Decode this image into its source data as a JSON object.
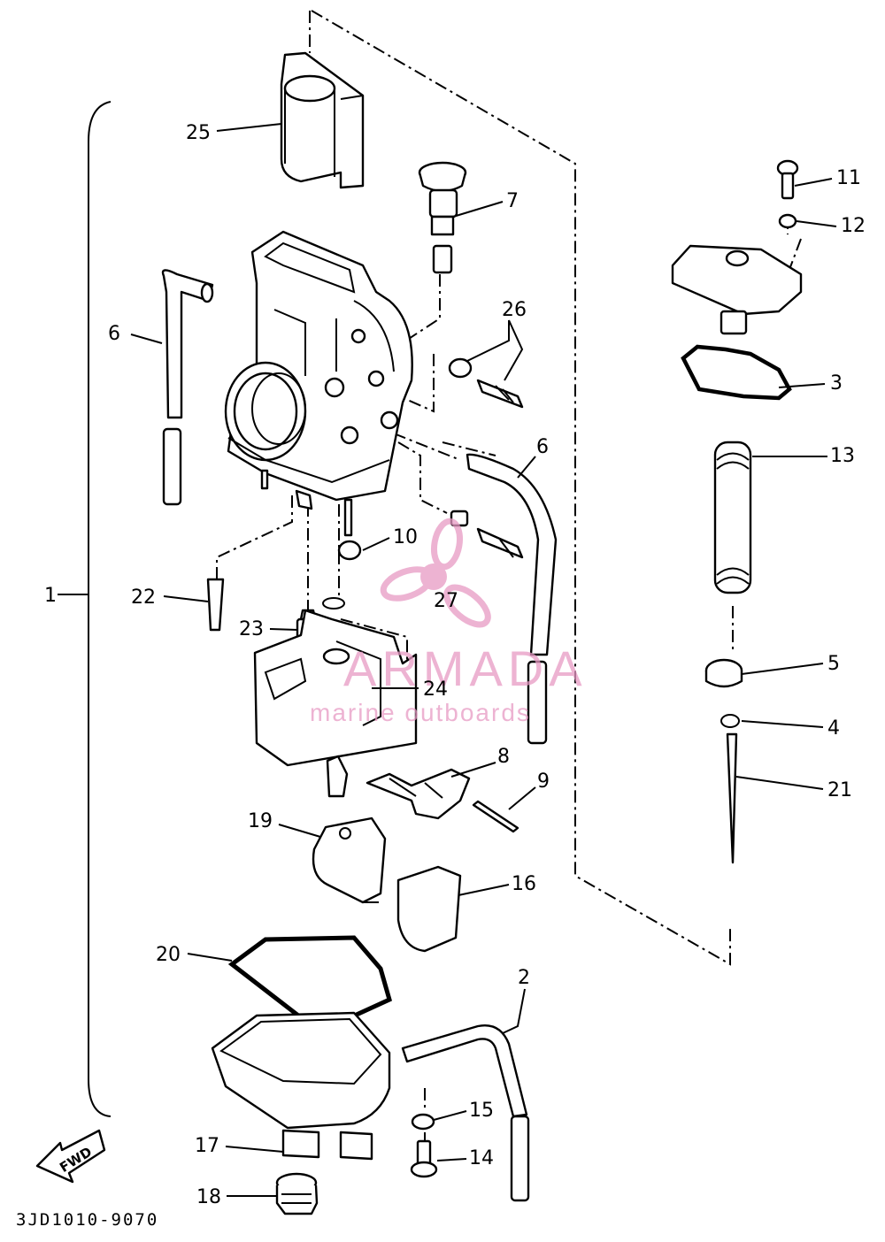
{
  "diagram_code": "3JD1010-9070",
  "fwd_label": "FWD",
  "watermark": {
    "brand": "ARMADA",
    "tagline": "marine outboards",
    "color": "#e79ac4"
  },
  "callouts": [
    {
      "id": "c1",
      "label": "1"
    },
    {
      "id": "c2",
      "label": "2"
    },
    {
      "id": "c3",
      "label": "3"
    },
    {
      "id": "c4",
      "label": "4"
    },
    {
      "id": "c5",
      "label": "5"
    },
    {
      "id": "c6a",
      "label": "6"
    },
    {
      "id": "c6b",
      "label": "6"
    },
    {
      "id": "c7",
      "label": "7"
    },
    {
      "id": "c8",
      "label": "8"
    },
    {
      "id": "c9",
      "label": "9"
    },
    {
      "id": "c10",
      "label": "10"
    },
    {
      "id": "c11",
      "label": "11"
    },
    {
      "id": "c12",
      "label": "12"
    },
    {
      "id": "c13",
      "label": "13"
    },
    {
      "id": "c14",
      "label": "14"
    },
    {
      "id": "c15",
      "label": "15"
    },
    {
      "id": "c16",
      "label": "16"
    },
    {
      "id": "c17",
      "label": "17"
    },
    {
      "id": "c18",
      "label": "18"
    },
    {
      "id": "c19",
      "label": "19"
    },
    {
      "id": "c20",
      "label": "20"
    },
    {
      "id": "c21",
      "label": "21"
    },
    {
      "id": "c22",
      "label": "22"
    },
    {
      "id": "c23",
      "label": "23"
    },
    {
      "id": "c24",
      "label": "24"
    },
    {
      "id": "c25",
      "label": "25"
    },
    {
      "id": "c26",
      "label": "26"
    },
    {
      "id": "c27",
      "label": "27"
    }
  ]
}
